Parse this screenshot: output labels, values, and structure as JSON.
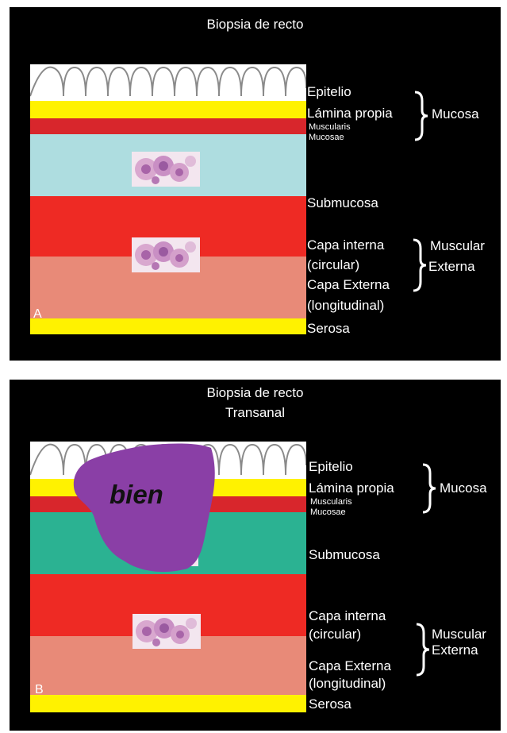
{
  "panel_a": {
    "letter": "A",
    "title": "Biopsia de recto",
    "layers": {
      "epitelio": "Epitelio",
      "lamina_propia": "Lámina propia",
      "muscularis_1": "Muscularis",
      "muscularis_2": "Mucosae",
      "submucosa": "Submucosa",
      "capa_interna_1": "Capa interna",
      "capa_interna_2": "(circular)",
      "capa_externa_1": "Capa Externa",
      "capa_externa_2": "(longitudinal)",
      "serosa": "Serosa"
    },
    "groups": {
      "mucosa": "Mucosa",
      "muscular_1": "Muscular",
      "muscular_2": "Externa"
    }
  },
  "panel_b": {
    "letter": "B",
    "title_1": "Biopsia de recto",
    "title_2": "Transanal",
    "blob_text": "bien",
    "layers": {
      "epitelio": "Epitelio",
      "lamina_propia": "Lámina propia",
      "muscularis_1": "Muscularis",
      "muscularis_2": "Mucosae",
      "submucosa": "Submucosa",
      "capa_interna_1": "Capa interna",
      "capa_interna_2": "(circular)",
      "capa_externa_1": "Capa Externa",
      "capa_externa_2": "(longitudinal)",
      "serosa": "Serosa"
    },
    "groups": {
      "mucosa": "Mucosa",
      "muscular_1": "Muscular",
      "muscular_2": "Externa"
    }
  },
  "colors": {
    "epithelium": "#ffffff",
    "lamina": "#fff200",
    "muscularis": "#d8262c",
    "submucosa_a": "#aedde0",
    "submucosa_b": "#2bb292",
    "inner_muscle": "#ee2a24",
    "outer_muscle": "#e88a78",
    "serosa": "#fff200",
    "blob": "#8a3fa6"
  }
}
